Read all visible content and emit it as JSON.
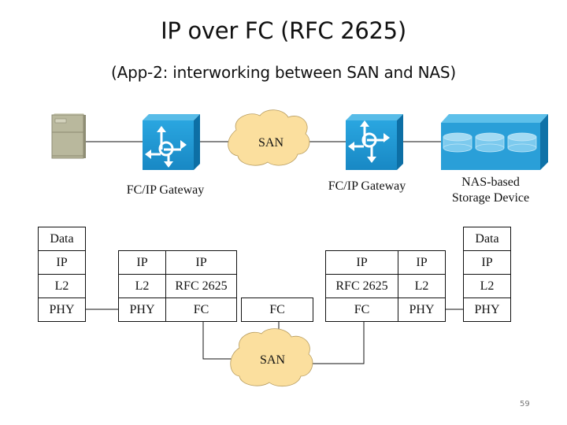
{
  "slide": {
    "title": "IP over FC (RFC 2625)",
    "subtitle": "(App-2: interworking between SAN and NAS)",
    "page_number": "59"
  },
  "topology": {
    "nodes": [
      {
        "id": "server",
        "icon": "server-tower-icon"
      },
      {
        "id": "gateway1",
        "icon": "router-gateway-icon",
        "label": "FC/IP Gateway"
      },
      {
        "id": "san_top",
        "icon": "cloud-icon",
        "label": "SAN"
      },
      {
        "id": "gateway2",
        "icon": "router-gateway-icon",
        "label": "FC/IP Gateway"
      },
      {
        "id": "nas",
        "icon": "storage-array-icon",
        "label": "NAS-based\nStorage Device",
        "label_line1": "NAS-based",
        "label_line2": "Storage Device"
      }
    ],
    "colors": {
      "gateway_blue": "#1f9ad6",
      "nas_blue": "#2a9fd8",
      "cloud_fill": "#fbdf9e",
      "server_gray": "#b8b89c"
    }
  },
  "stacks": {
    "host_left": [
      "Data",
      "IP",
      "L2",
      "PHY"
    ],
    "gateway_left": {
      "col1": [
        "IP",
        "L2",
        "PHY"
      ],
      "col2": [
        "IP",
        "RFC 2625",
        "FC"
      ]
    },
    "san_middle": [
      "FC"
    ],
    "gateway_right": {
      "col1": [
        "IP",
        "RFC 2625",
        "FC"
      ],
      "col2": [
        "IP",
        "L2",
        "PHY"
      ]
    },
    "host_right": [
      "Data",
      "IP",
      "L2",
      "PHY"
    ]
  },
  "bottom_cloud": {
    "label": "SAN"
  }
}
